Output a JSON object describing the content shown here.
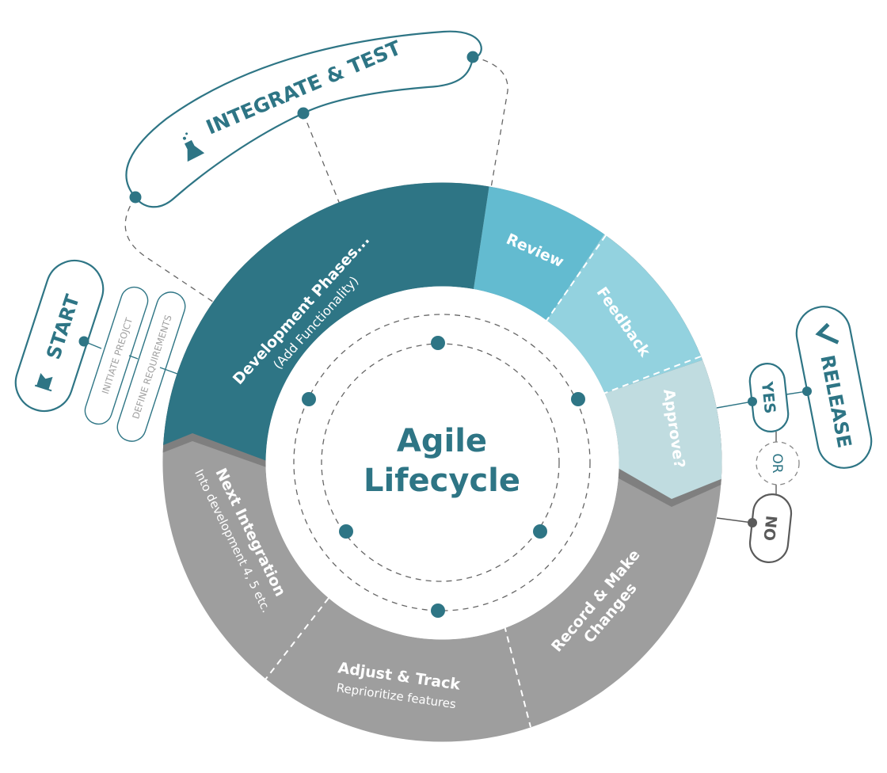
{
  "title": {
    "line1": "Agile",
    "line2": "Lifecycle"
  },
  "colors": {
    "teal_dark": "#2e7585",
    "teal_mid": "#63bbd0",
    "teal_light": "#93d2df",
    "teal_pale": "#c0dce0",
    "gray": "#9e9e9e",
    "gray_shadow": "#7d7d7d",
    "white": "#ffffff"
  },
  "segments": {
    "development": {
      "label": "Development Phases...",
      "sublabel": "(Add Functionality)"
    },
    "review": {
      "label": "Review"
    },
    "feedback": {
      "label": "Feedback"
    },
    "approve": {
      "label": "Approve?"
    },
    "record": {
      "label_line1": "Record & Make",
      "label_line2": "Changes"
    },
    "adjust": {
      "label": "Adjust & Track",
      "sublabel": "Reprioritize features"
    },
    "next": {
      "label": "Next Integration",
      "sublabel": "Into development 4, 5 etc."
    }
  },
  "callouts": {
    "integrate": {
      "label": "INTEGRATE & TEST",
      "icon": "flask-icon"
    },
    "start": {
      "label": "START",
      "icon": "flag-icon"
    },
    "initiate": {
      "label": "INITIATE PREOJCT"
    },
    "define": {
      "label": "DEFINE REQUIREMENTS"
    },
    "release": {
      "label": "RELEASE",
      "icon": "checkmark-icon"
    },
    "yes": {
      "label": "YES"
    },
    "or": {
      "label": "OR"
    },
    "no": {
      "label": "NO"
    }
  }
}
